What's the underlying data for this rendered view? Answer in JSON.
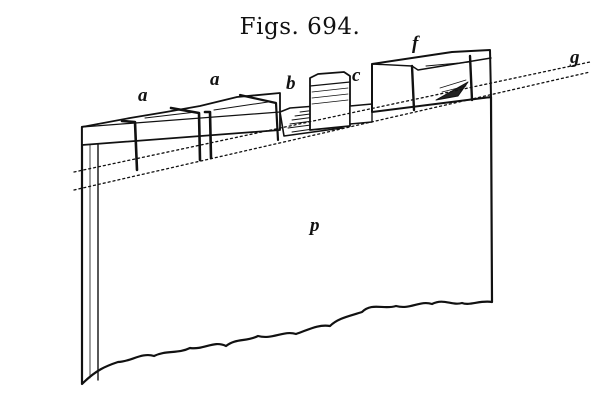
{
  "figure": {
    "title": "Figs. 694.",
    "labels": {
      "a1": "a",
      "a2": "a",
      "b": "b",
      "c": "c",
      "f": "f",
      "g": "g",
      "p": "p"
    }
  }
}
